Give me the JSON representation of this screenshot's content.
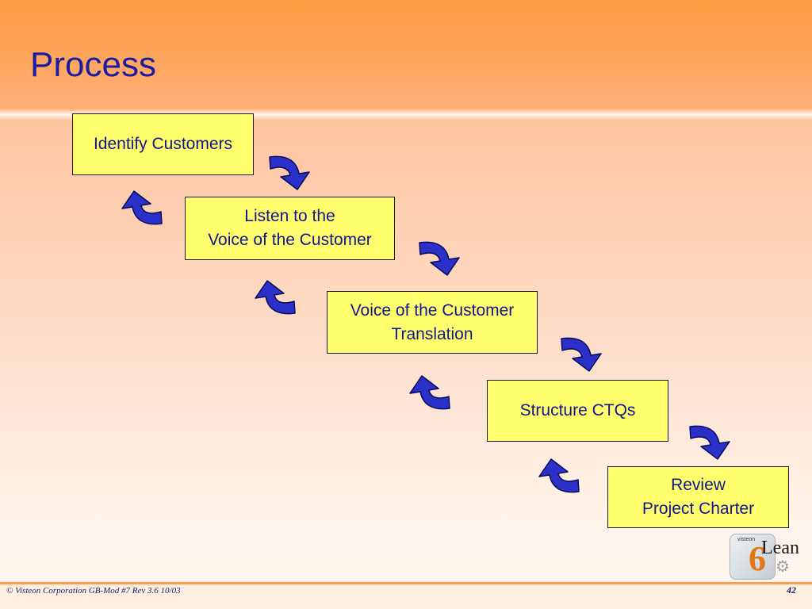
{
  "title": "Process",
  "steps": [
    {
      "lines": [
        "Identify Customers"
      ]
    },
    {
      "lines": [
        "Listen to the",
        "Voice of the Customer"
      ]
    },
    {
      "lines": [
        "Voice of the Customer",
        "Translation"
      ]
    },
    {
      "lines": [
        "Structure CTQs"
      ]
    },
    {
      "lines": [
        "Review",
        "Project Charter"
      ]
    }
  ],
  "arrows": {
    "forward": {
      "icon": "curved-arrow-down-right-icon",
      "color": "#2a30c8"
    },
    "back": {
      "icon": "curved-arrow-up-left-icon",
      "color": "#2a30c8"
    }
  },
  "footer": {
    "copyright": "© Visteon Corporation  GB-Mod #7 Rev 3.6  10/03",
    "page_number": "42"
  },
  "logo": {
    "small_text": "visteon",
    "number": "6",
    "word": "Lean"
  }
}
